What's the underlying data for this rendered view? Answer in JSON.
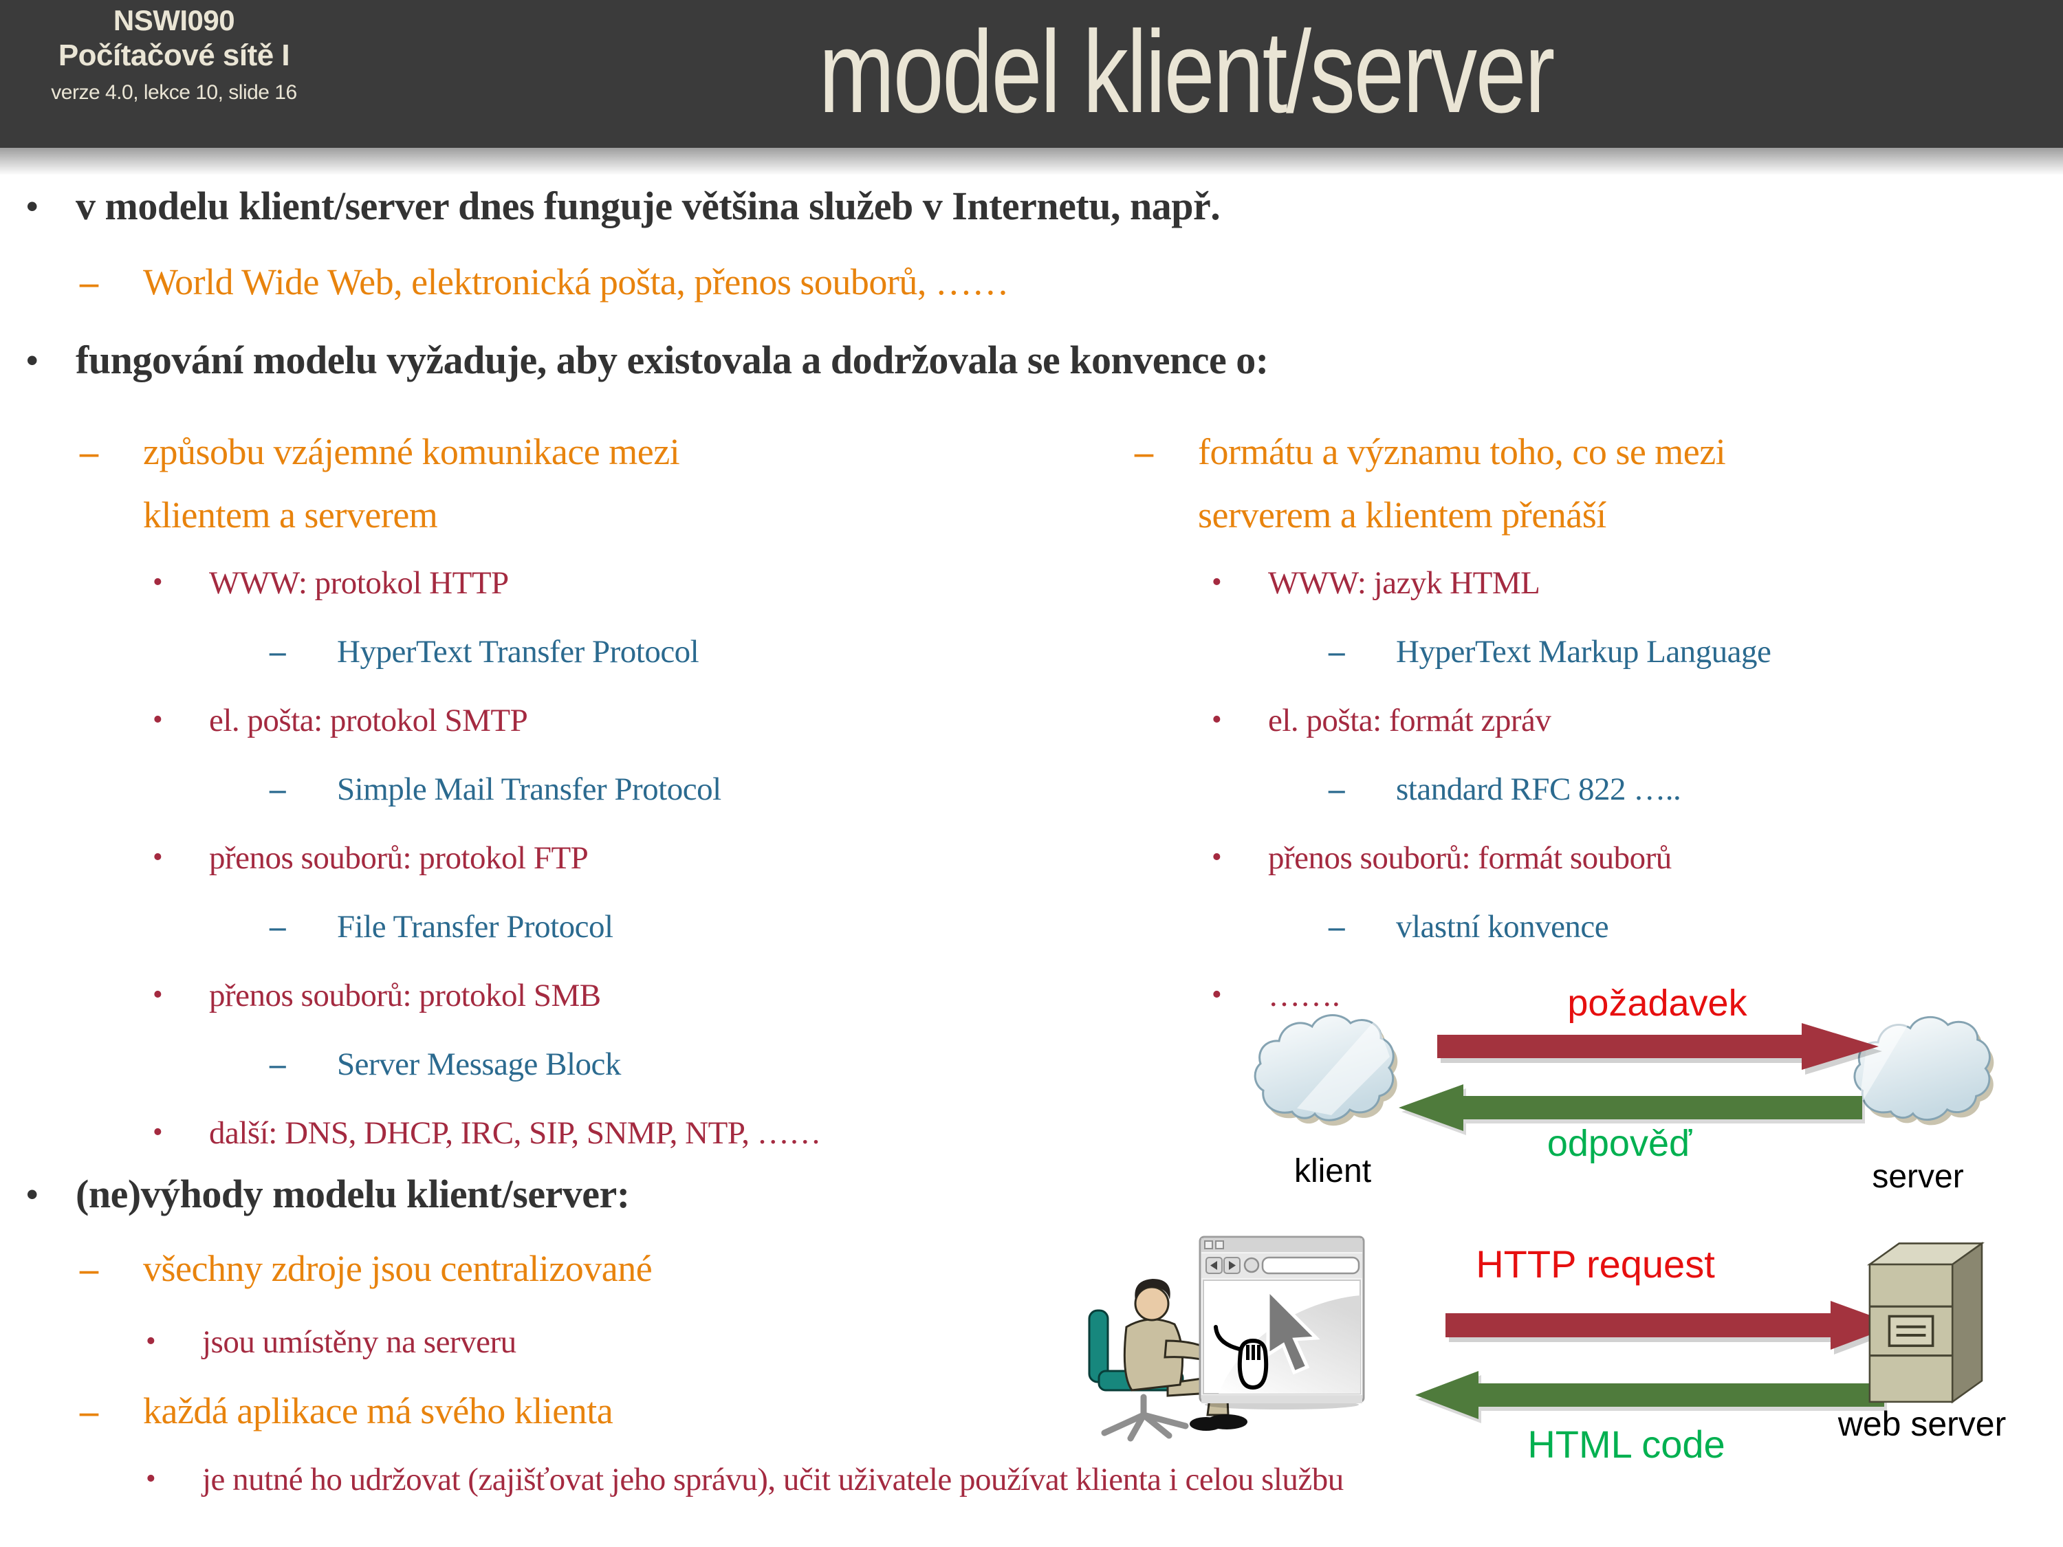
{
  "slide": {
    "header": {
      "course_code": "NSWI090",
      "course_name": "Počítačové sítě I",
      "meta": "verze 4.0, lekce  10, slide 16",
      "title": "model klient/server"
    },
    "markers": {
      "bullet": "•",
      "dash": "–"
    },
    "colors": {
      "header_bg": "#3B3B3B",
      "header_text": "#EAE5D5",
      "body_text": "#333333",
      "orange": "#E8830D",
      "dark_red": "#A42A40",
      "blue": "#2B6A8F",
      "bright_red": "#E60F0F",
      "bright_green": "#00B050",
      "arrow_red": "#A3333E",
      "arrow_green": "#4F7B3C"
    },
    "bullet1": {
      "text": "v modelu klient/server dnes funguje většina služeb v Internetu, např.",
      "sub": "World Wide Web, elektronická pošta, přenos souborů, ……"
    },
    "bullet2": {
      "text": "fungování modelu vyžaduje, aby existovala a dodržovala se konvence o:"
    },
    "col_left": {
      "heading_line1": "způsobu vzájemné komunikace mezi",
      "heading_line2": "klientem a serverem",
      "items": [
        {
          "style": "red",
          "text": "WWW: protokol HTTP"
        },
        {
          "style": "blue",
          "text": "HyperText Transfer Protocol"
        },
        {
          "style": "red",
          "text": "el. pošta: protokol SMTP"
        },
        {
          "style": "blue",
          "text": "Simple Mail Transfer Protocol"
        },
        {
          "style": "red",
          "text": "přenos souborů: protokol FTP"
        },
        {
          "style": "blue",
          "text": "File Transfer Protocol"
        },
        {
          "style": "red",
          "text": "přenos souborů: protokol SMB"
        },
        {
          "style": "blue",
          "text": "Server Message Block"
        },
        {
          "style": "red",
          "text": "další: DNS, DHCP, IRC, SIP, SNMP, NTP, ……"
        }
      ]
    },
    "col_right": {
      "heading_line1": "formátu a významu toho, co se mezi",
      "heading_line2": "serverem a klientem přenáší",
      "items": [
        {
          "style": "red",
          "text": "WWW: jazyk HTML"
        },
        {
          "style": "blue",
          "text": "HyperText Markup Language"
        },
        {
          "style": "red",
          "text": "el. pošta: formát zpráv"
        },
        {
          "style": "blue",
          "text": "standard RFC 822  ….."
        },
        {
          "style": "red",
          "text": "přenos souborů: formát souborů"
        },
        {
          "style": "blue",
          "text": "vlastní konvence"
        },
        {
          "style": "red",
          "text": "……."
        }
      ]
    },
    "bullet3": {
      "text": "(ne)výhody modelu klient/server:",
      "sub1": "všechny zdroje jsou centralizované",
      "sub1_detail": "jsou umístěny na serveru",
      "sub2": "každá aplikace má svého klienta",
      "sub2_detail": "je nutné ho udržovat (zajišťovat jeho správu), učit uživatele používat klienta i celou službu"
    },
    "diagram_top": {
      "request_label": "požadavek",
      "response_label": "odpověď",
      "client_label": "klient",
      "server_label": "server"
    },
    "diagram_bottom": {
      "request_label": "HTTP request",
      "response_label": "HTML code",
      "server_label": "web server"
    }
  }
}
